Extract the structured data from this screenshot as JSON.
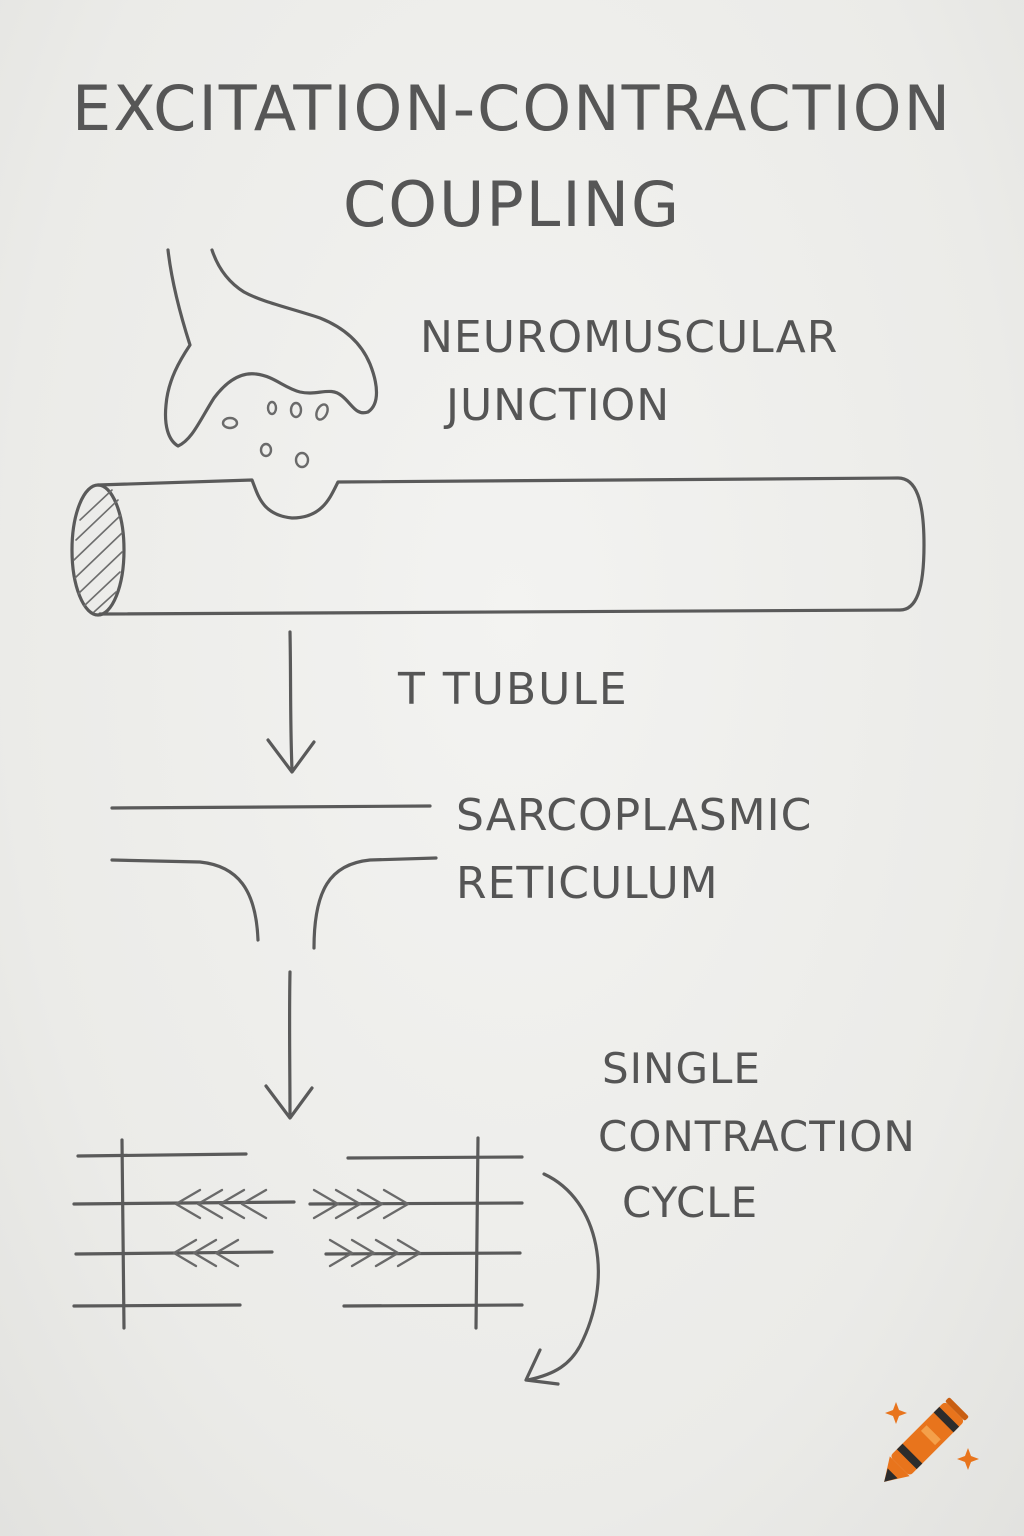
{
  "diagram": {
    "title": {
      "line1": "EXCITATION-CONTRACTION",
      "line2": "COUPLING"
    },
    "labels": {
      "neuromuscular_line1": "NEUROMUSCULAR",
      "neuromuscular_line2": "JUNCTION",
      "t_tubule": "T TUBULE",
      "sarcoplasmic_line1": "SARCOPLASMIC",
      "sarcoplasmic_line2": "RETICULUM",
      "cycle_line1": "SINGLE",
      "cycle_line2": "CONTRACTION",
      "cycle_line3": "CYCLE"
    },
    "colors": {
      "pencil": "#5a5a5a",
      "paper": "#eeeeec",
      "logo_orange": "#e8741c"
    },
    "logo_icon": "crayon-icon"
  }
}
